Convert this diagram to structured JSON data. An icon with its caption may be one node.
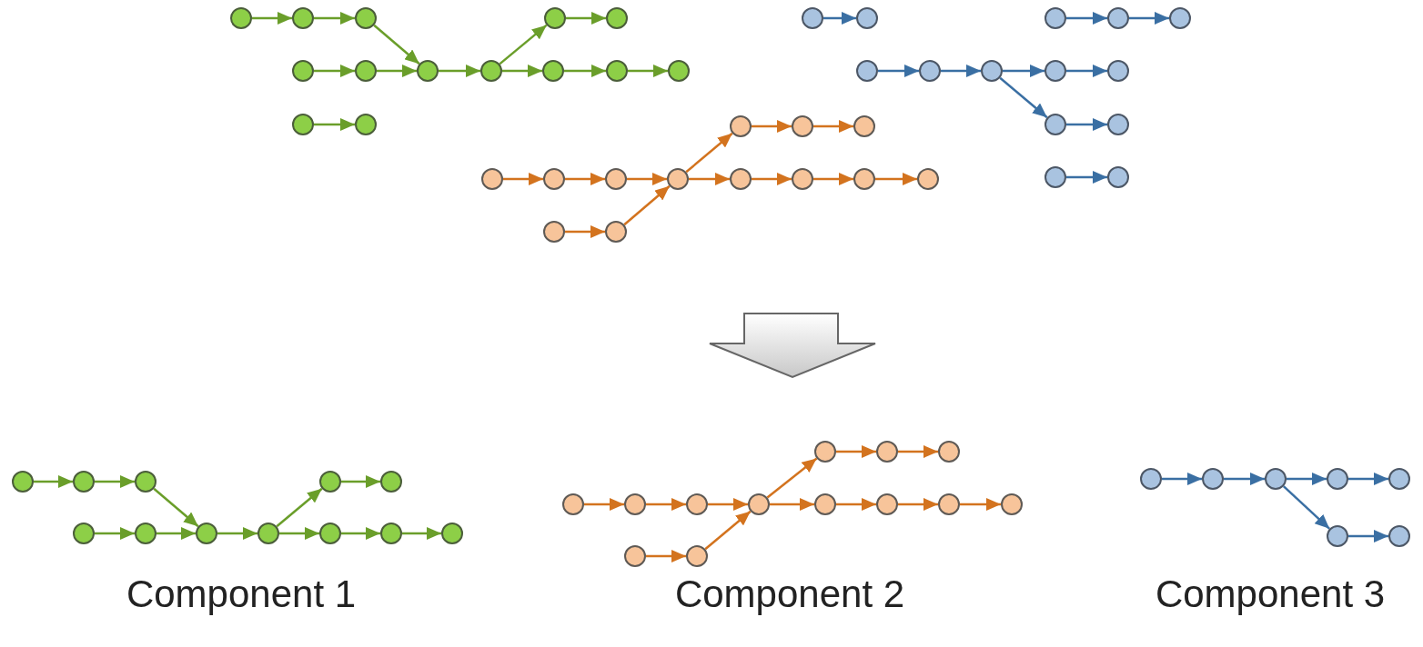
{
  "diagram": {
    "nodes": [
      {
        "text": [],
        "shape": "circle"
      },
      {
        "text": [],
        "shape": "circle"
      },
      {
        "text": [],
        "shape": "circle"
      },
      {
        "text": [],
        "shape": "circle"
      },
      {
        "text": [],
        "shape": "circle"
      },
      {
        "text": [],
        "shape": "circle"
      },
      {
        "text": [],
        "shape": "circle"
      },
      {
        "text": [],
        "shape": "circle"
      },
      {
        "text": [],
        "shape": "circle"
      },
      {
        "text": [],
        "shape": "circle"
      },
      {
        "text": [],
        "shape": "circle"
      },
      {
        "text": [],
        "shape": "circle"
      },
      {
        "text": [],
        "shape": "circle"
      },
      {
        "text": [],
        "shape": "circle"
      },
      {
        "text": [],
        "shape": "circle"
      },
      {
        "text": [],
        "shape": "circle"
      },
      {
        "text": [],
        "shape": "circle"
      },
      {
        "text": [],
        "shape": "circle"
      },
      {
        "text": [],
        "shape": "circle"
      },
      {
        "text": [],
        "shape": "circle"
      },
      {
        "text": [],
        "shape": "circle"
      },
      {
        "text": [],
        "shape": "circle"
      },
      {
        "text": [],
        "shape": "circle"
      },
      {
        "text": [],
        "shape": "circle"
      },
      {
        "text": [],
        "shape": "circle"
      },
      {
        "text": [],
        "shape": "circle"
      },
      {
        "text": [],
        "shape": "circle"
      },
      {
        "text": [],
        "shape": "circle"
      },
      {
        "text": [],
        "shape": "circle"
      },
      {
        "text": [],
        "shape": "circle"
      },
      {
        "text": [],
        "shape": "circle"
      },
      {
        "text": [],
        "shape": "circle"
      },
      {
        "text": [],
        "shape": "circle"
      },
      {
        "text": [],
        "shape": "circle"
      },
      {
        "text": [],
        "shape": "circle"
      },
      {
        "text": [],
        "shape": "circle"
      },
      {
        "text": [],
        "shape": "circle"
      },
      {
        "text": [],
        "shape": "circle"
      },
      {
        "text": [],
        "shape": "circle"
      },
      {
        "text": [],
        "shape": "circle"
      },
      {
        "text": [],
        "shape": "circle"
      },
      {
        "text": [],
        "shape": "circle"
      },
      {
        "text": [],
        "shape": "circle"
      },
      {
        "text": [],
        "shape": "circle"
      },
      {
        "text": [],
        "shape": "circle"
      },
      {
        "text": [],
        "shape": "circle"
      },
      {
        "text": [],
        "shape": "circle"
      },
      {
        "text": [],
        "shape": "circle"
      },
      {
        "text": [],
        "shape": "circle"
      },
      {
        "text": [],
        "shape": "circle"
      },
      {
        "text": [],
        "shape": "circle"
      },
      {
        "text": [],
        "shape": "circle"
      },
      {
        "text": [],
        "shape": "circle"
      },
      {
        "text": [],
        "shape": "circle"
      },
      {
        "text": [],
        "shape": "circle"
      },
      {
        "text": [],
        "shape": "circle"
      },
      {
        "text": [],
        "shape": "circle"
      },
      {
        "text": [],
        "shape": "circle"
      },
      {
        "text": [],
        "shape": "circle"
      },
      {
        "text": [],
        "shape": "circle"
      },
      {
        "text": [],
        "shape": "circle"
      },
      {
        "text": [],
        "shape": "circle"
      },
      {
        "text": [],
        "shape": "circle"
      },
      {
        "text": [],
        "shape": "circle"
      },
      {
        "text": [],
        "shape": "circle"
      },
      {
        "text": [],
        "shape": "circle"
      },
      {
        "text": [],
        "shape": "circle"
      },
      {
        "text": [],
        "shape": "circle"
      },
      {
        "text": [],
        "shape": "circle"
      },
      {
        "text": [],
        "shape": "circle"
      },
      {
        "text": [],
        "shape": "circle"
      },
      {
        "text": [],
        "shape": "circle"
      },
      {
        "text": [],
        "shape": "circle"
      }
    ],
    "edges": [
      {
        "from": 0,
        "to": 1,
        "arrow": "to",
        "color": "#6a9e2a"
      },
      {
        "from": 1,
        "to": 2,
        "arrow": "to",
        "color": "#6a9e2a"
      },
      {
        "from": 2,
        "to": 7,
        "arrow": "to",
        "color": "#6a9e2a"
      },
      {
        "from": 5,
        "to": 6,
        "arrow": "to",
        "color": "#6a9e2a"
      },
      {
        "from": 6,
        "to": 7,
        "arrow": "to",
        "color": "#6a9e2a"
      },
      {
        "from": 7,
        "to": 8,
        "arrow": "to",
        "color": "#6a9e2a"
      },
      {
        "from": 8,
        "to": 3,
        "arrow": "to",
        "color": "#6a9e2a"
      },
      {
        "from": 3,
        "to": 4,
        "arrow": "to",
        "color": "#6a9e2a"
      },
      {
        "from": 8,
        "to": 9,
        "arrow": "to",
        "color": "#6a9e2a"
      },
      {
        "from": 9,
        "to": 10,
        "arrow": "to",
        "color": "#6a9e2a"
      },
      {
        "from": 10,
        "to": 11,
        "arrow": "to",
        "color": "#6a9e2a"
      },
      {
        "from": 12,
        "to": 13,
        "arrow": "to",
        "color": "#6a9e2a"
      },
      {
        "from": 17,
        "to": 18,
        "arrow": "to"
      },
      {
        "from": 18,
        "to": 19,
        "arrow": "to"
      },
      {
        "from": 19,
        "to": 20,
        "arrow": "to"
      },
      {
        "from": 20,
        "to": 14,
        "arrow": "to"
      },
      {
        "from": 14,
        "to": 15,
        "arrow": "to"
      },
      {
        "from": 15,
        "to": 16,
        "arrow": "to"
      },
      {
        "from": 20,
        "to": 21,
        "arrow": "to"
      },
      {
        "from": 21,
        "to": 22,
        "arrow": "to"
      },
      {
        "from": 22,
        "to": 23,
        "arrow": "to"
      },
      {
        "from": 23,
        "to": 24,
        "arrow": "to"
      },
      {
        "from": 25,
        "to": 26,
        "arrow": "to"
      },
      {
        "from": 26,
        "to": 20,
        "arrow": "to"
      },
      {
        "from": 27,
        "to": 28,
        "arrow": "to",
        "color": "#3a6fa3"
      },
      {
        "from": 29,
        "to": 30,
        "arrow": "to",
        "color": "#3a6fa3"
      },
      {
        "from": 30,
        "to": 31,
        "arrow": "to",
        "color": "#3a6fa3"
      },
      {
        "from": 32,
        "to": 33,
        "arrow": "to",
        "color": "#3a6fa3"
      },
      {
        "from": 33,
        "to": 34,
        "arrow": "to",
        "color": "#3a6fa3"
      },
      {
        "from": 34,
        "to": 35,
        "arrow": "to",
        "color": "#3a6fa3"
      },
      {
        "from": 35,
        "to": 36,
        "arrow": "to",
        "color": "#3a6fa3"
      },
      {
        "from": 34,
        "to": 37,
        "arrow": "to",
        "color": "#3a6fa3"
      },
      {
        "from": 37,
        "to": 38,
        "arrow": "to",
        "color": "#3a6fa3"
      },
      {
        "from": 39,
        "to": 40,
        "arrow": "to",
        "color": "#3a6fa3"
      },
      {
        "from": 41,
        "to": 42,
        "arrow": "to",
        "color": "#6a9e2a"
      },
      {
        "from": 42,
        "to": 43,
        "arrow": "to",
        "color": "#6a9e2a"
      },
      {
        "from": 43,
        "to": 48,
        "arrow": "to",
        "color": "#6a9e2a"
      },
      {
        "from": 46,
        "to": 47,
        "arrow": "to",
        "color": "#6a9e2a"
      },
      {
        "from": 47,
        "to": 48,
        "arrow": "to",
        "color": "#6a9e2a"
      },
      {
        "from": 48,
        "to": 49,
        "arrow": "to",
        "color": "#6a9e2a"
      },
      {
        "from": 49,
        "to": 44,
        "arrow": "to",
        "color": "#6a9e2a"
      },
      {
        "from": 44,
        "to": 45,
        "arrow": "to",
        "color": "#6a9e2a"
      },
      {
        "from": 49,
        "to": 50,
        "arrow": "to",
        "color": "#6a9e2a"
      },
      {
        "from": 50,
        "to": 51,
        "arrow": "to",
        "color": "#6a9e2a"
      },
      {
        "from": 51,
        "to": 52,
        "arrow": "to",
        "color": "#6a9e2a"
      },
      {
        "from": 56,
        "to": 57,
        "arrow": "to"
      },
      {
        "from": 57,
        "to": 58,
        "arrow": "to"
      },
      {
        "from": 58,
        "to": 59,
        "arrow": "to"
      },
      {
        "from": 59,
        "to": 53,
        "arrow": "to"
      },
      {
        "from": 53,
        "to": 54,
        "arrow": "to"
      },
      {
        "from": 54,
        "to": 55,
        "arrow": "to"
      },
      {
        "from": 59,
        "to": 60,
        "arrow": "to"
      },
      {
        "from": 60,
        "to": 61,
        "arrow": "to"
      },
      {
        "from": 61,
        "to": 62,
        "arrow": "to"
      },
      {
        "from": 62,
        "to": 63,
        "arrow": "to"
      },
      {
        "from": 64,
        "to": 65,
        "arrow": "to"
      },
      {
        "from": 65,
        "to": 59,
        "arrow": "to"
      },
      {
        "from": 66,
        "to": 67,
        "arrow": "to",
        "color": "#3a6fa3"
      },
      {
        "from": 67,
        "to": 68,
        "arrow": "to",
        "color": "#3a6fa3"
      },
      {
        "from": 68,
        "to": 69,
        "arrow": "to",
        "color": "#3a6fa3"
      },
      {
        "from": 69,
        "to": 70,
        "arrow": "to",
        "color": "#3a6fa3"
      },
      {
        "from": 68,
        "to": 71,
        "arrow": "to",
        "color": "#3a6fa3"
      },
      {
        "from": 71,
        "to": 72,
        "arrow": "to",
        "color": "#3a6fa3"
      }
    ],
    "labels": [
      "Component 1",
      "Component 2",
      "Component 3"
    ]
  }
}
